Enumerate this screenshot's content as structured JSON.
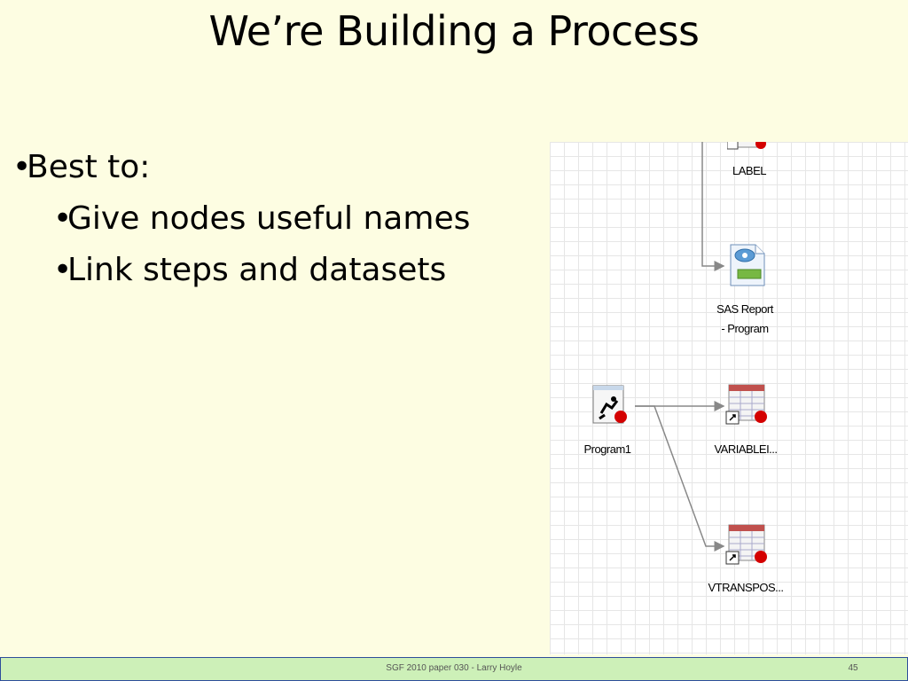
{
  "slide": {
    "title": "We’re Building a Process",
    "bullets": [
      {
        "level": 1,
        "text": "Best to:"
      },
      {
        "level": 2,
        "text": "Give nodes useful names"
      },
      {
        "level": 2,
        "text": "Link steps and datasets"
      }
    ]
  },
  "process_flow": {
    "nodes": [
      {
        "label": "LABEL",
        "icon": "dataset-table-icon"
      },
      {
        "label": "SAS Report",
        "label2": "- Program",
        "icon": "sas-report-icon"
      },
      {
        "label": "Program1",
        "icon": "program-running-icon"
      },
      {
        "label": "VARIABLEI...",
        "icon": "dataset-table-icon"
      },
      {
        "label": "VTRANSPOS...",
        "icon": "dataset-table-icon"
      }
    ]
  },
  "footer": {
    "caption": "SGF 2010 paper  030  - Larry Hoyle",
    "page_number": "45"
  },
  "colors": {
    "slide_background": "#fdfde2",
    "footer_background": "#cdf0b8",
    "footer_border": "#2e4d9b",
    "link_line": "#888888",
    "status_dot": "#d40000"
  }
}
